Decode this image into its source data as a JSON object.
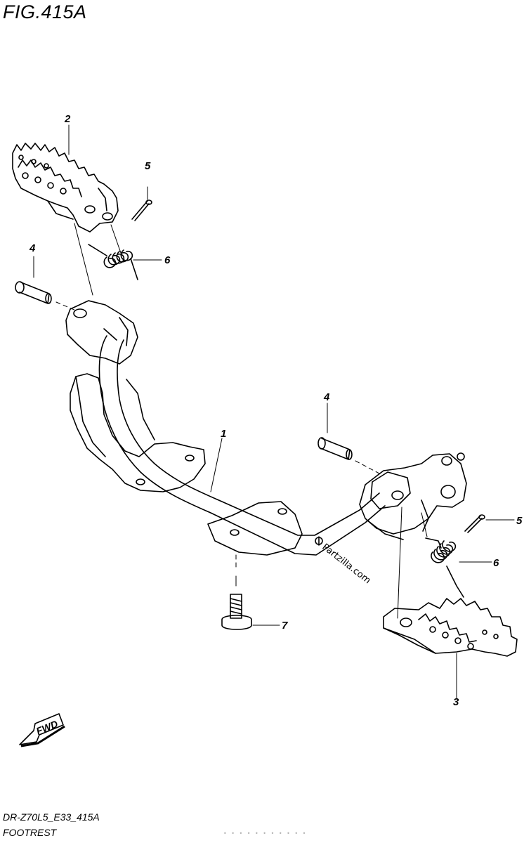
{
  "figure": {
    "title": "FIG.415A",
    "code": "DR-Z70L5_E33_415A",
    "name": "FOOTREST",
    "faint_footer": "• • •   • • • • • • • •"
  },
  "callouts": {
    "c1": "1",
    "c2": "2",
    "c3": "3",
    "c4_left": "4",
    "c4_right": "4",
    "c5_left": "5",
    "c5_right": "5",
    "c6_left": "6",
    "c6_right": "6",
    "c7": "7"
  },
  "fwd_label": "FWD",
  "watermark": "Partzilla.com",
  "icons": [
    "fwd-arrow-icon",
    "cotter-pin-icon",
    "spring-icon",
    "pin-icon",
    "bolt-icon"
  ]
}
